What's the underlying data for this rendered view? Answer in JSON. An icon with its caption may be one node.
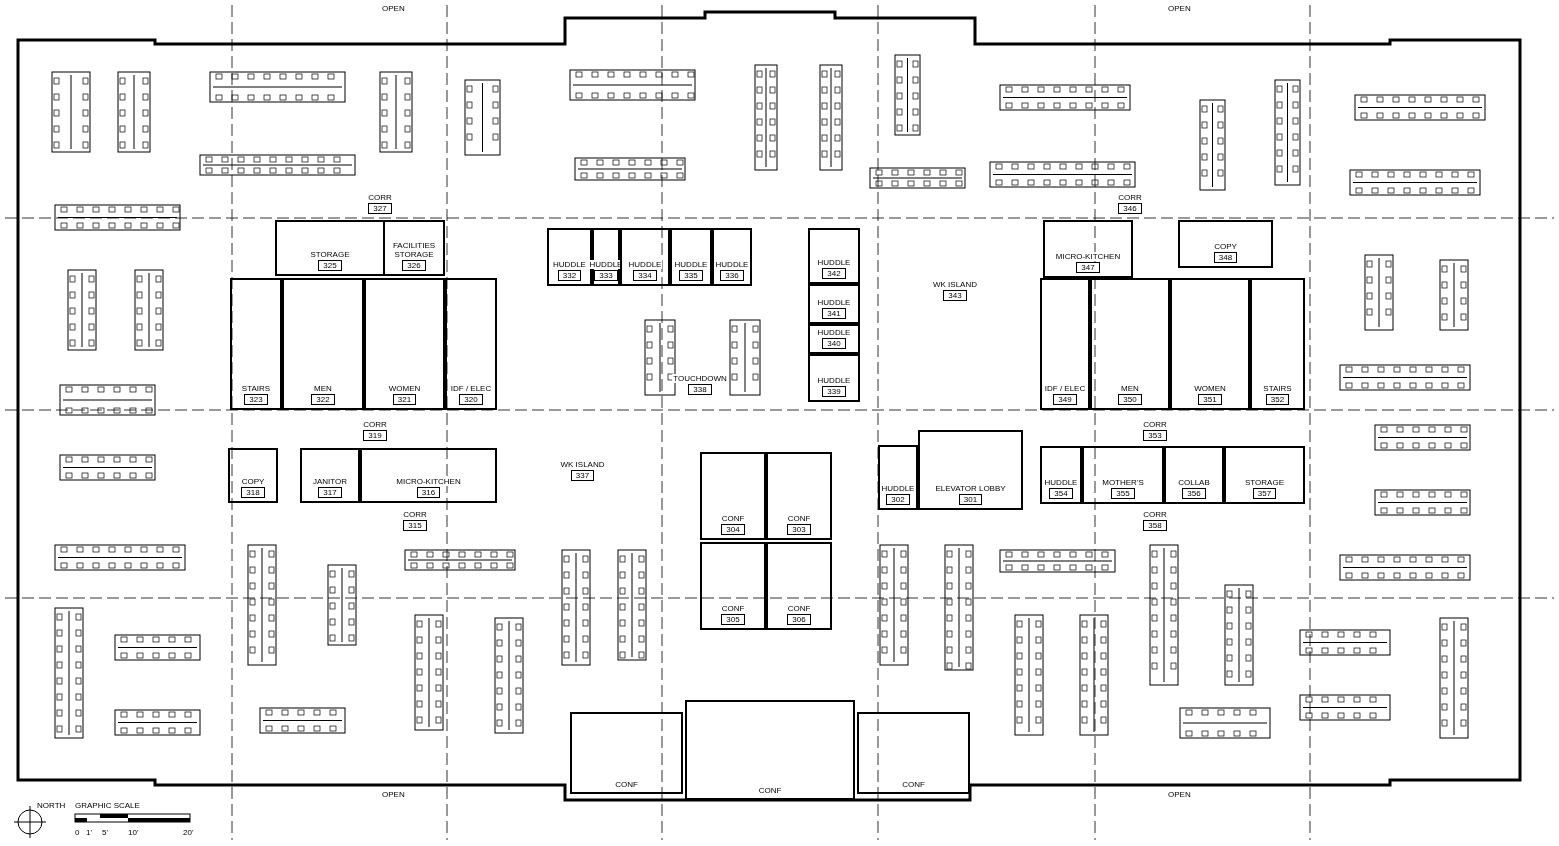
{
  "diagram": {
    "nodes": [
      {
        "text": [
          "CORR",
          "327"
        ]
      },
      {
        "text": [
          "STORAGE",
          "325"
        ]
      },
      {
        "text": [
          "FACILITIES STORAGE",
          "326"
        ]
      },
      {
        "text": [
          "STAIRS",
          "323"
        ]
      },
      {
        "text": [
          "MEN",
          "322"
        ]
      },
      {
        "text": [
          "WOMEN",
          "321"
        ]
      },
      {
        "text": [
          "IDF / ELEC",
          "320"
        ]
      },
      {
        "text": [
          "CORR",
          "319"
        ]
      },
      {
        "text": [
          "COPY",
          "318"
        ]
      },
      {
        "text": [
          "JANITOR",
          "317"
        ]
      },
      {
        "text": [
          "MICRO-KITCHEN",
          "316"
        ]
      },
      {
        "text": [
          "CORR",
          "315"
        ]
      },
      {
        "text": [
          "HUDDLE",
          "332"
        ]
      },
      {
        "text": [
          "HUDDLE",
          "333"
        ]
      },
      {
        "text": [
          "HUDDLE",
          "334"
        ]
      },
      {
        "text": [
          "HUDDLE",
          "335"
        ]
      },
      {
        "text": [
          "HUDDLE",
          "336"
        ]
      },
      {
        "text": [
          "HUDDLE",
          "342"
        ]
      },
      {
        "text": [
          "TOUCHDOWN",
          "338"
        ]
      },
      {
        "text": [
          "HUDDLE",
          "341"
        ]
      },
      {
        "text": [
          "HUDDLE",
          "340"
        ]
      },
      {
        "text": [
          "HUDDLE",
          "339"
        ]
      },
      {
        "text": [
          "WK ISLAND",
          "337"
        ]
      },
      {
        "text": [
          "CONF",
          "304"
        ]
      },
      {
        "text": [
          "CONF",
          "303"
        ]
      },
      {
        "text": [
          "CONF",
          "305"
        ]
      },
      {
        "text": [
          "CONF",
          "306"
        ]
      },
      {
        "text": [
          "WK ISLAND",
          "343"
        ]
      },
      {
        "text": [
          "ELEVATOR LOBBY",
          "301"
        ]
      },
      {
        "text": [
          "HUDDLE",
          "302"
        ]
      },
      {
        "text": [
          "CORR",
          "346"
        ]
      },
      {
        "text": [
          "MICRO-KITCHEN",
          "347"
        ]
      },
      {
        "text": [
          "COPY",
          "348"
        ]
      },
      {
        "text": [
          "IDF / ELEC",
          "349"
        ]
      },
      {
        "text": [
          "MEN",
          "350"
        ]
      },
      {
        "text": [
          "WOMEN",
          "351"
        ]
      },
      {
        "text": [
          "STAIRS",
          "352"
        ]
      },
      {
        "text": [
          "CORR",
          "353"
        ]
      },
      {
        "text": [
          "HUDDLE",
          "354"
        ]
      },
      {
        "text": [
          "MOTHER'S",
          "355"
        ]
      },
      {
        "text": [
          "COLLAB",
          "356"
        ]
      },
      {
        "text": [
          "STORAGE",
          "357"
        ]
      },
      {
        "text": [
          "CORR",
          "358"
        ]
      },
      {
        "text": [
          "CONF"
        ]
      },
      {
        "text": [
          "CONF"
        ]
      },
      {
        "text": [
          "CONF"
        ]
      }
    ],
    "labels": [
      "OPEN",
      "OPEN",
      "NORTH",
      "GRAPHIC SCALE",
      "0",
      "1'",
      "5'",
      "10'",
      "20'",
      "OPEN",
      "OPEN"
    ]
  }
}
